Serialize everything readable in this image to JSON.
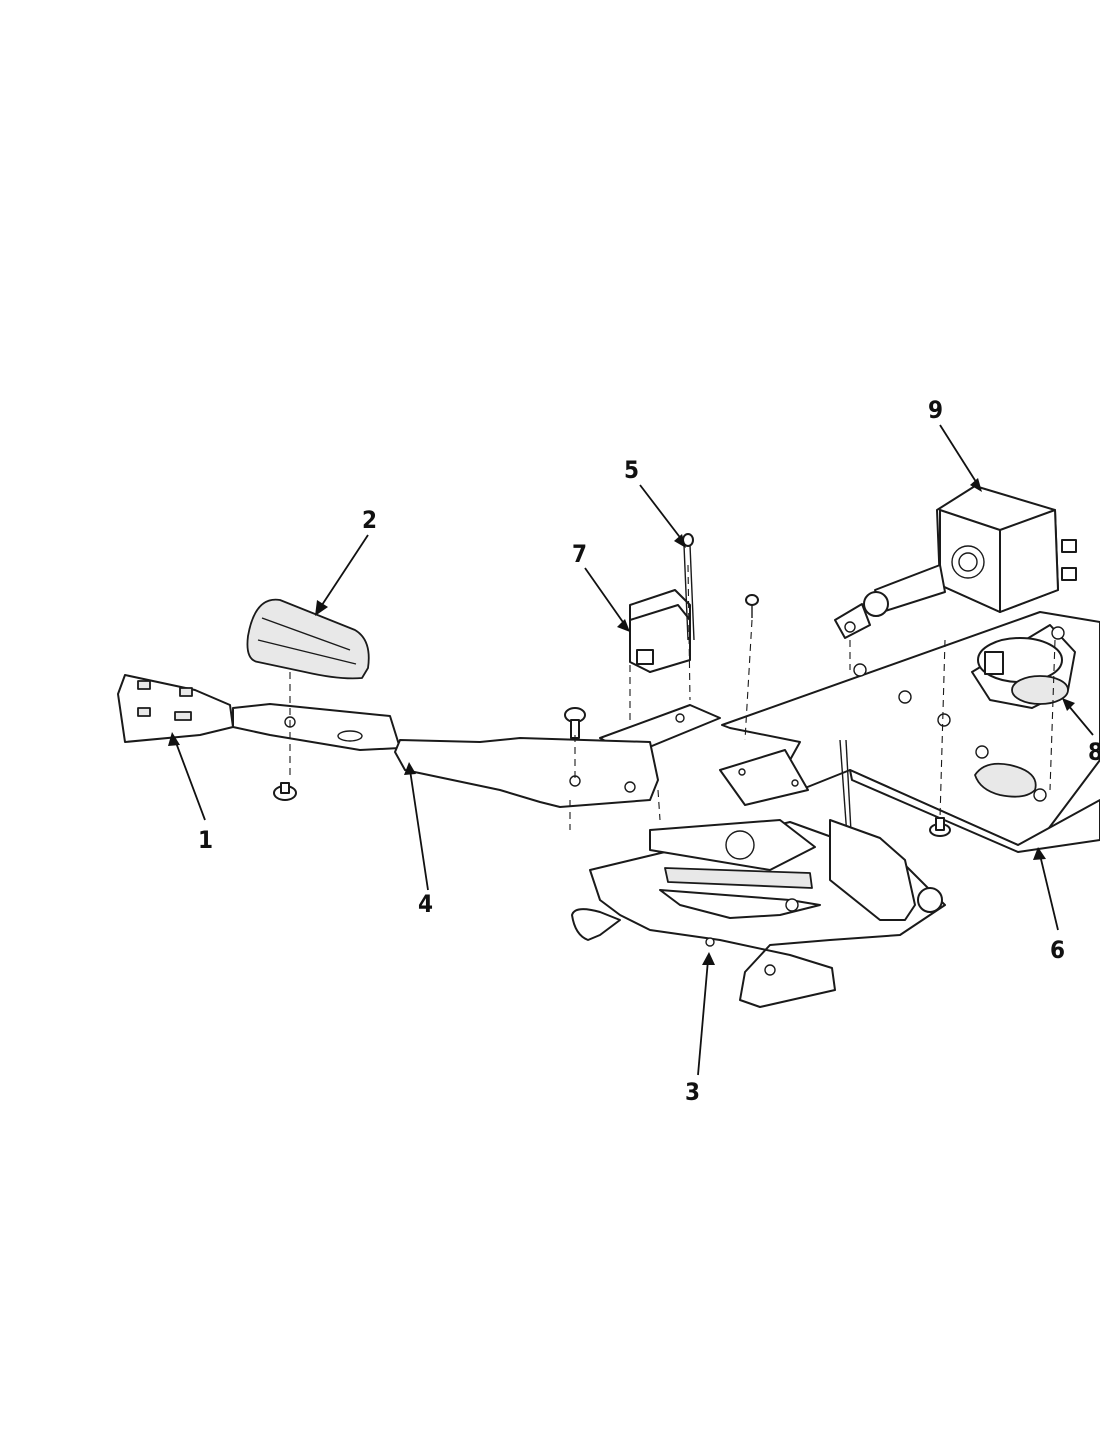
{
  "callouts": {
    "c1": "1",
    "c2": "2",
    "c3": "3",
    "c4": "4",
    "c5": "5",
    "c6": "6",
    "c7": "7",
    "c8": "8",
    "c9": "9"
  },
  "colors": {
    "line": "#1a1a1a",
    "background": "#ffffff",
    "shade": "#e8e8e8"
  }
}
